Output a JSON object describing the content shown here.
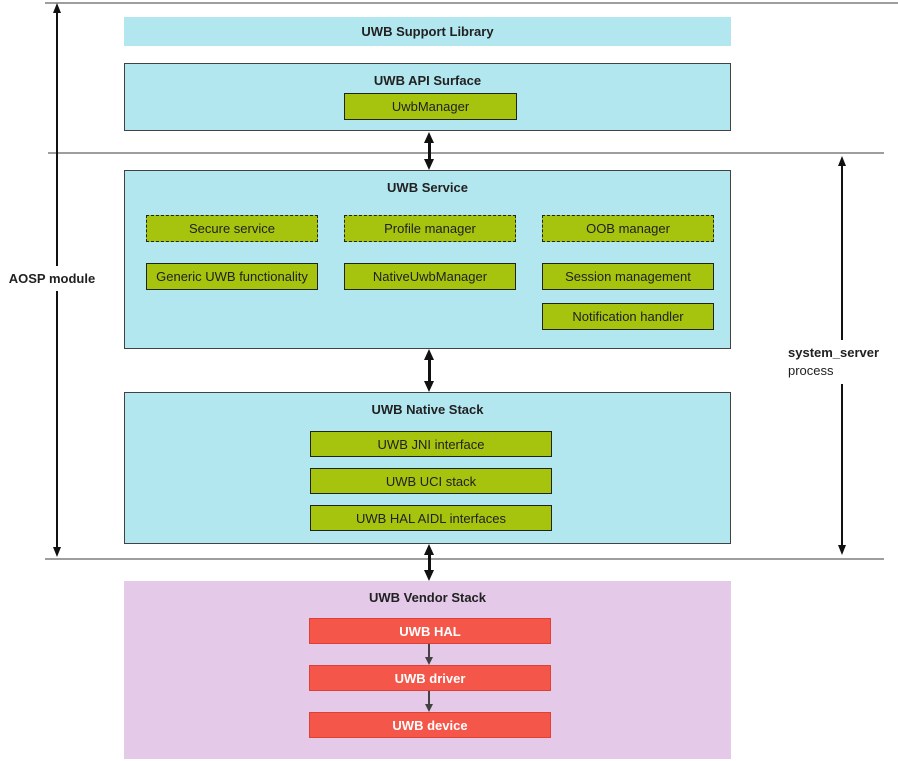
{
  "colors": {
    "cyan": "#b3e7f0",
    "purple": "#e4c9e9",
    "green": "#a6c40d",
    "green_border": "#1f2421",
    "red": "#f4564a",
    "red_border": "#de4034",
    "box_border": "#424242",
    "line_gray": "#9e9e9e",
    "arrow_black": "#111111",
    "text_dark": "#212121",
    "text_white": "#ffffff"
  },
  "side_labels": {
    "aosp_module": "AOSP module",
    "system_server": "system_server",
    "system_server_sub": "process"
  },
  "support_library": {
    "title": "UWB Support Library"
  },
  "api_surface": {
    "title": "UWB API Surface",
    "uwb_manager": "UwbManager"
  },
  "service": {
    "title": "UWB Service",
    "dashed_row": [
      "Secure service",
      "Profile manager",
      "OOB manager"
    ],
    "solid_row": [
      "Generic UWB functionality",
      "NativeUwbManager",
      "Session management"
    ],
    "third_row": [
      "Notification handler"
    ]
  },
  "native_stack": {
    "title": "UWB Native Stack",
    "items": [
      "UWB JNI interface",
      "UWB UCI stack",
      "UWB HAL AIDL interfaces"
    ]
  },
  "vendor_stack": {
    "title": "UWB Vendor Stack",
    "items": [
      "UWB HAL",
      "UWB driver",
      "UWB device"
    ]
  }
}
